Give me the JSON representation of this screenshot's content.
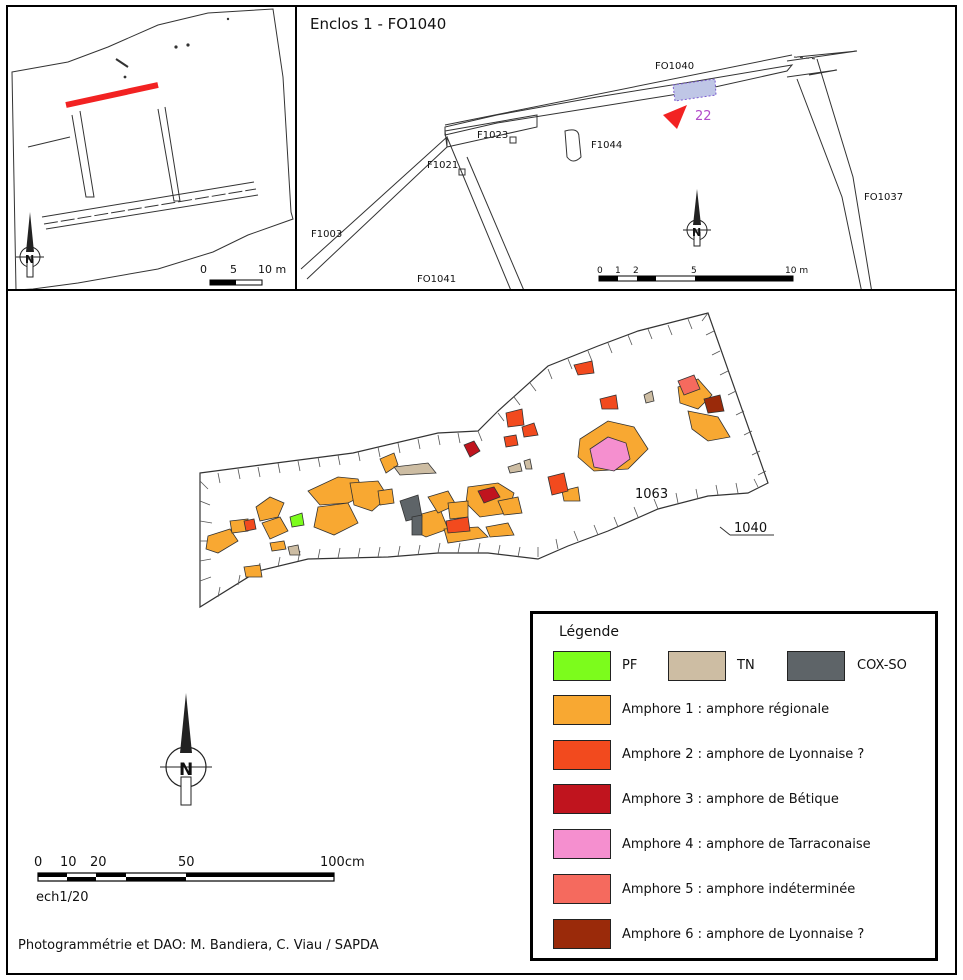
{
  "top_right": {
    "title": "Enclos 1 - FO1040",
    "labels": {
      "fo1040": "FO1040",
      "arrow_num": "22",
      "f1023": "F1023",
      "f1044": "F1044",
      "f1021": "F1021",
      "fo1037": "FO1037",
      "f1003": "F1003",
      "fo1041": "FO1041"
    },
    "scale": {
      "t0": "0",
      "t1": "1",
      "t2": "2",
      "t5": "5",
      "t10": "10 m"
    }
  },
  "top_left": {
    "scale": {
      "t0": "0",
      "t5": "5",
      "t10": "10 m"
    }
  },
  "main": {
    "label_1063": "1063",
    "label_1040": "1040",
    "scale": {
      "t0": "0",
      "t10": "10",
      "t20": "20",
      "t50": "50",
      "t100": "100cm",
      "ratio": "ech1/20"
    },
    "credit": "Photogrammétrie et DAO: M. Bandiera, C. Viau / SAPDA"
  },
  "legend": {
    "title": "Légende",
    "top_items": [
      {
        "label": "PF",
        "color": "#7CFC1C"
      },
      {
        "label": "TN",
        "color": "#CDBDA3"
      },
      {
        "label": "COX-SO",
        "color": "#5E6468"
      }
    ],
    "items": [
      {
        "label": "Amphore 1 : amphore régionale",
        "color": "#F8A832"
      },
      {
        "label": "Amphore 2 : amphore de Lyonnaise ?",
        "color": "#F24A1E"
      },
      {
        "label": "Amphore 3 : amphore de Bétique",
        "color": "#C0141E"
      },
      {
        "label": "Amphore 4 : amphore de Tarraconaise",
        "color": "#F58FCF"
      },
      {
        "label": "Amphore 5 : amphore indéterminée",
        "color": "#F56A5E"
      },
      {
        "label": "Amphore 6 : amphore de Lyonnaise ?",
        "color": "#9A2A0A"
      }
    ]
  },
  "north": "N"
}
